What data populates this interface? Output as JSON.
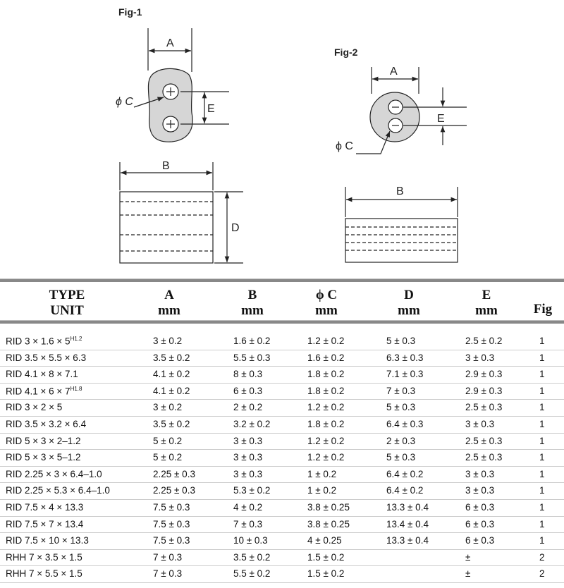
{
  "figures": {
    "fig1": {
      "label": "Fig-1",
      "dim_a": "A",
      "dim_c": "ϕ C",
      "dim_e": "E",
      "dim_b": "B",
      "dim_d": "D"
    },
    "fig2": {
      "label": "Fig-2",
      "dim_a": "A",
      "dim_c": "ϕ C",
      "dim_e": "E",
      "dim_b": "B"
    }
  },
  "table": {
    "headers": {
      "type": "TYPE",
      "unit": "UNIT",
      "a": "A",
      "b": "B",
      "c": "ϕ C",
      "d": "D",
      "e": "E",
      "mm": "mm",
      "fig": "Fig"
    },
    "rows": [
      {
        "type": "RID 3 × 1.6 × 5",
        "sup": "H1.2",
        "a": "3 ± 0.2",
        "b": "1.6 ± 0.2",
        "c": "1.2 ± 0.2",
        "d": "5 ± 0.3",
        "e": "2.5 ± 0.2",
        "fig": "1"
      },
      {
        "type": "RID 3.5 × 5.5 × 6.3",
        "sup": "",
        "a": "3.5 ± 0.2",
        "b": "5.5 ± 0.3",
        "c": "1.6 ± 0.2",
        "d": "6.3 ± 0.3",
        "e": "3 ± 0.3",
        "fig": "1"
      },
      {
        "type": "RID 4.1 × 8 × 7.1",
        "sup": "",
        "a": "4.1 ± 0.2",
        "b": "8 ± 0.3",
        "c": "1.8 ± 0.2",
        "d": "7.1 ± 0.3",
        "e": "2.9 ± 0.3",
        "fig": "1"
      },
      {
        "type": "RID 4.1 × 6 × 7",
        "sup": "H1.8",
        "a": "4.1 ± 0.2",
        "b": "6 ± 0.3",
        "c": "1.8 ± 0.2",
        "d": "7 ± 0.3",
        "e": "2.9 ± 0.3",
        "fig": "1"
      },
      {
        "type": "RID 3 × 2 × 5",
        "sup": "",
        "a": "3 ± 0.2",
        "b": "2 ± 0.2",
        "c": "1.2 ± 0.2",
        "d": "5 ± 0.3",
        "e": "2.5 ± 0.3",
        "fig": "1"
      },
      {
        "type": "RID 3.5 × 3.2 × 6.4",
        "sup": "",
        "a": "3.5 ± 0.2",
        "b": "3.2 ± 0.2",
        "c": "1.8 ± 0.2",
        "d": "6.4 ± 0.3",
        "e": "3 ± 0.3",
        "fig": "1"
      },
      {
        "type": "RID 5 × 3 × 2–1.2",
        "sup": "",
        "a": "5 ± 0.2",
        "b": "3 ± 0.3",
        "c": "1.2 ± 0.2",
        "d": "2 ± 0.3",
        "e": "2.5 ± 0.3",
        "fig": "1"
      },
      {
        "type": "RID 5 × 3 × 5–1.2",
        "sup": "",
        "a": "5 ± 0.2",
        "b": "3 ± 0.3",
        "c": "1.2 ± 0.2",
        "d": "5 ± 0.3",
        "e": "2.5 ± 0.3",
        "fig": "1"
      },
      {
        "type": "RID 2.25 × 3 × 6.4–1.0",
        "sup": "",
        "a": "2.25 ± 0.3",
        "b": "3 ± 0.3",
        "c": "1 ± 0.2",
        "d": "6.4 ± 0.2",
        "e": "3 ± 0.3",
        "fig": "1"
      },
      {
        "type": "RID 2.25 × 5.3 × 6.4–1.0",
        "sup": "",
        "a": "2.25 ± 0.3",
        "b": "5.3 ± 0.2",
        "c": "1 ± 0.2",
        "d": "6.4 ± 0.2",
        "e": "3 ± 0.3",
        "fig": "1"
      },
      {
        "type": "RID 7.5 × 4 × 13.3",
        "sup": "",
        "a": "7.5 ± 0.3",
        "b": "4 ± 0.2",
        "c": "3.8 ± 0.25",
        "d": "13.3 ± 0.4",
        "e": "6 ± 0.3",
        "fig": "1"
      },
      {
        "type": "RID 7.5 × 7 × 13.4",
        "sup": "",
        "a": "7.5 ± 0.3",
        "b": "7 ± 0.3",
        "c": "3.8 ± 0.25",
        "d": "13.4 ± 0.4",
        "e": "6 ± 0.3",
        "fig": "1"
      },
      {
        "type": "RID 7.5 × 10 × 13.3",
        "sup": "",
        "a": "7.5 ± 0.3",
        "b": "10 ± 0.3",
        "c": "4 ± 0.25",
        "d": "13.3 ± 0.4",
        "e": "6 ± 0.3",
        "fig": "1"
      },
      {
        "type": "RHH 7 × 3.5 × 1.5",
        "sup": "",
        "a": "7 ± 0.3",
        "b": "3.5 ± 0.2",
        "c": "1.5 ± 0.2",
        "d": "",
        "e": "±",
        "fig": "2"
      },
      {
        "type": "RHH 7 × 5.5 × 1.5",
        "sup": "",
        "a": "7 ± 0.3",
        "b": "5.5 ± 0.2",
        "c": "1.5 ± 0.2",
        "d": "",
        "e": "±",
        "fig": "2"
      }
    ]
  }
}
